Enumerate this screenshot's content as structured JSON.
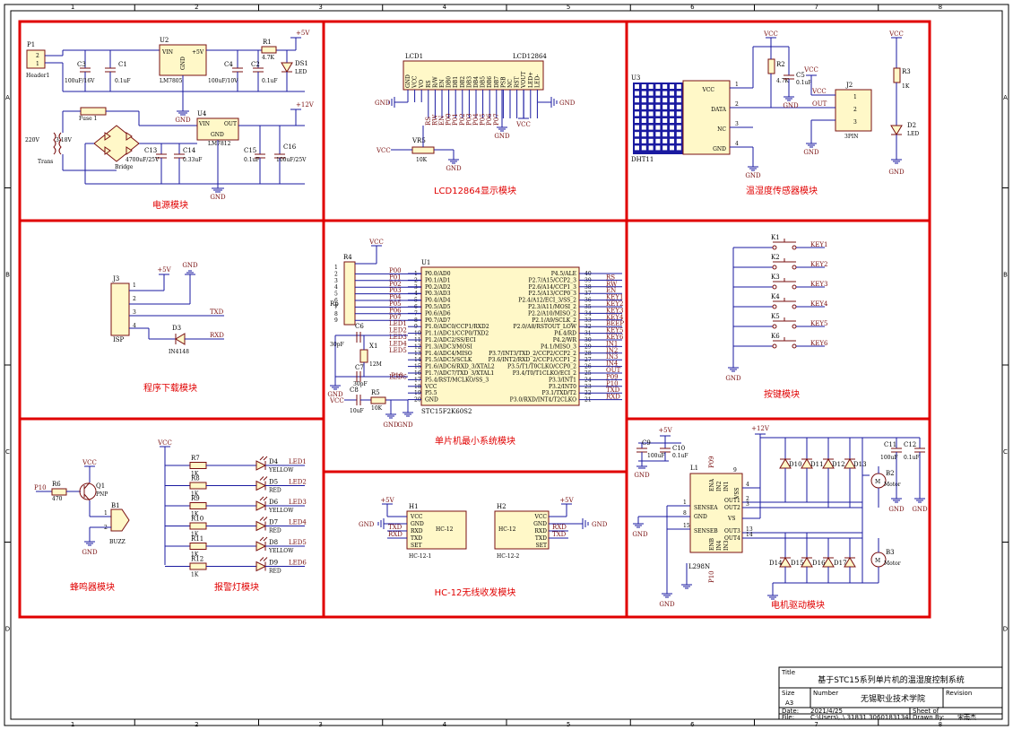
{
  "title_block": {
    "title_label": "Title",
    "title": "基于STC15系列单片机的温湿度控制系统",
    "size_label": "Size",
    "size": "A3",
    "number_label": "Number",
    "number": "无锡职业技术学院",
    "revision_label": "Revision",
    "date_label": "Date:",
    "date": "2021/4/25",
    "file_label": "File:",
    "file": "C:\\Users\\..\\ 31831 3060183134",
    "sheet_label": "Sheet    of",
    "drawn_label": "Drawn By:",
    "drawn": "宋雨杰"
  },
  "border": {
    "columns": [
      "1",
      "2",
      "3",
      "4",
      "5",
      "6",
      "7",
      "8"
    ],
    "rows": [
      "A",
      "B",
      "C",
      "D"
    ]
  },
  "modules": {
    "power": "电源模块",
    "lcd": "LCD12864显示模块",
    "sensor": "温湿度传感器模块",
    "download": "程序下载模块",
    "mcu": "单片机最小系统模块",
    "keys": "按键模块",
    "buzzer": "蜂鸣器模块",
    "alarm": "报警灯模块",
    "hc12": "HC-12无线收发模块",
    "motor": "电机驱动模块"
  },
  "power": {
    "p1": "P1",
    "p1_name": "Header1",
    "u2": "U2",
    "u2_part": "LM7805",
    "u2_vin": "VIN",
    "u2_out": "+5V",
    "u2_gnd": "GND",
    "c3": "C3",
    "c3_v": "100uF/16V",
    "c1": "C1",
    "c1_v": "0.1uF",
    "c4": "C4",
    "c4_v": "100uF/10V",
    "c2": "C2",
    "c2_v": "0.1uF",
    "r1": "R1",
    "r1_v": "4.7K",
    "ds1": "DS1",
    "ds1_v": "LED",
    "p5v": "+5V",
    "fuse": "Fuse 1",
    "trans": "Trans",
    "v220": "220V",
    "v318": "3-18V",
    "bridge": "Bridge",
    "c13": "C13",
    "c13_v": "4700uF/25V",
    "c14": "C14",
    "c14_v": "0.33uF",
    "u4": "U4",
    "u4_part": "LM7812",
    "u4_vin": "VIN",
    "u4_out": "OUT",
    "u4_gnd": "GND",
    "c15": "C15",
    "c15_v": "0.1uF",
    "c16": "C16",
    "c16_v": "100uF/25V",
    "p12v": "+12V",
    "gnd": "GND"
  },
  "lcd": {
    "lcd1": "LCD1",
    "part": "LCD12864",
    "pins": [
      "GND",
      "VCC",
      "VO",
      "RS",
      "R/W",
      "EN",
      "DB0",
      "DB1",
      "DB2",
      "DB3",
      "DB4",
      "DB5",
      "DB6",
      "DB7",
      "PSB",
      "NC",
      "RST",
      "VOUT",
      "LED+",
      "LED-"
    ],
    "nets": [
      "RS",
      "RW",
      "EN",
      "P00",
      "P01",
      "P02",
      "P03",
      "P04",
      "P05",
      "P06",
      "P07"
    ],
    "vr5": "VR5",
    "vr5_v": "10K",
    "vcc": "VCC",
    "gnd": "GND"
  },
  "sensor": {
    "u3": "U3",
    "part": "DHT11",
    "vcc": "VCC",
    "data": "DATA",
    "nc": "NC",
    "gnd": "GND",
    "r2": "R2",
    "r2_v": "4.7K",
    "c5": "C5",
    "c5_v": "0.1uF",
    "j2": "J2",
    "j2_part": "3PIN",
    "out": "OUT",
    "r3": "R3",
    "r3_v": "1K",
    "d2": "D2",
    "d2_v": "LED",
    "p1": "1",
    "p2": "2",
    "p3": "3",
    "p4": "4"
  },
  "download": {
    "j3": "J3",
    "j3_part": "ISP",
    "p5v": "+5V",
    "gnd": "GND",
    "txd": "TXD",
    "rxd": "RXD",
    "d3": "D3",
    "d3_v": "IN4148",
    "pins": [
      "1",
      "2",
      "3",
      "4"
    ]
  },
  "mcu": {
    "r4": "R4",
    "rp": "Rp",
    "vcc": "VCC",
    "u1": "U1",
    "part": "STC15F2K60S2",
    "left_pins": [
      "P0.0/AD0",
      "P0.1/AD1",
      "P0.2/AD2",
      "P0.3/AD3",
      "P0.4/AD4",
      "P0.5/AD5",
      "P0.6/AD6",
      "P0.7/AD7",
      "P1.0/ADC0/CCP1/RXD2",
      "P1.1/ADC1/CCP0/TXD2",
      "P1.2/ADC2/SS/ECI",
      "P1.3/ADC3/MOSI",
      "P1.4/ADC4/MISO",
      "P1.5/ADC5/SCLK",
      "P1.6/ADC6/RXD_3/XTAL2",
      "P1.7/ADC7/TXD_3/XTAL1",
      "P5.4/RST/MCLKO/SS_3",
      "VCC",
      "P5.5",
      "GND"
    ],
    "left_nums": [
      "1",
      "2",
      "3",
      "4",
      "5",
      "6",
      "7",
      "8",
      "9",
      "10",
      "11",
      "12",
      "13",
      "14",
      "15",
      "16",
      "17",
      "18",
      "19",
      "20"
    ],
    "right_pins": [
      "P4.5/ALE",
      "P2.7/A15/CCP2_3",
      "P2.6/A14/CCP1_3",
      "P2.5/A13/CCP0_3",
      "P2.4/A12/ECI_3/SS_2",
      "P2.3/A11/MOSI_2",
      "P2.2/A10/MISO_2",
      "P2.1/A9/SCLK_2",
      "P2.0/A8/RSTOUT_LOW",
      "P4.4/RD",
      "P4.2/WR",
      "P4.1/MISO_3",
      "P3.7/INT3/TXD_2/CCP2/CCP2_2",
      "P3.6/INT2/RXD_2/CCP1/CCP1_2",
      "P3.5/T1/T0CLKO/CCP0_2",
      "P3.4/T0/T1CLKO/ECI_2",
      "P3.3/INT1",
      "P3.2/INT0",
      "P3.1/TXD/T2",
      "P3.0/RXD/INT4/T2CLKO"
    ],
    "right_nums": [
      "40",
      "39",
      "38",
      "37",
      "36",
      "35",
      "34",
      "33",
      "32",
      "31",
      "30",
      "29",
      "28",
      "27",
      "26",
      "25",
      "24",
      "23",
      "22",
      "21"
    ],
    "right_nets": [
      "",
      "RS",
      "RW",
      "EN",
      "KEY1",
      "KEY2",
      "KEY3",
      "KEY4",
      "BEEP",
      "KEY5",
      "KEY6",
      "IN1",
      "IN2",
      "IN3",
      "IN4",
      "OUT",
      "P09",
      "P10",
      "TXD",
      "RXD"
    ],
    "left_nets": [
      "P00",
      "P01",
      "P02",
      "P03",
      "P04",
      "P05",
      "P06",
      "P07",
      "LED1",
      "LED2",
      "LED3",
      "LED4",
      "LED5",
      "",
      "",
      "",
      "LED6",
      "",
      "",
      ""
    ],
    "c6": "C6",
    "c6_v": "30pF",
    "c7": "C7",
    "c7_v": "30pF",
    "x1": "X1",
    "x1_v": "12M",
    "c8": "C8",
    "c8_v": "10uF",
    "r5": "R5",
    "r5_v": "10K",
    "gnd": "GND",
    "p10": "P10",
    "rnums": [
      "1",
      "2",
      "3",
      "4",
      "5",
      "6",
      "7",
      "8",
      "9"
    ]
  },
  "keys": {
    "items": [
      {
        "ref": "K1",
        "net": "KEY1"
      },
      {
        "ref": "K2",
        "net": "KEY2"
      },
      {
        "ref": "K3",
        "net": "KEY3"
      },
      {
        "ref": "K4",
        "net": "KEY4"
      },
      {
        "ref": "K5",
        "net": "KEY5"
      },
      {
        "ref": "K6",
        "net": "KEY6"
      }
    ],
    "gnd": "GND"
  },
  "buzzer": {
    "vcc": "VCC",
    "p10": "P10",
    "r6": "R6",
    "r6_v": "470",
    "q1": "Q1",
    "q1_v": "PNP",
    "b1": "B1",
    "b1_v": "BUZZ",
    "gnd": "GND",
    "p1": "1",
    "p2": "2"
  },
  "alarm": {
    "vcc": "VCC",
    "items": [
      {
        "r": "R7",
        "rv": "1K",
        "d": "D4",
        "color": "YELLOW",
        "net": "LED1"
      },
      {
        "r": "R8",
        "rv": "1K",
        "d": "D5",
        "color": "RED",
        "net": "LED2"
      },
      {
        "r": "R9",
        "rv": "1K",
        "d": "D6",
        "color": "YELLOW",
        "net": "LED3"
      },
      {
        "r": "R10",
        "rv": "1K",
        "d": "D7",
        "color": "RED",
        "net": "LED4"
      },
      {
        "r": "R11",
        "rv": "1K",
        "d": "D8",
        "color": "YELLOW",
        "net": "LED5"
      },
      {
        "r": "R12",
        "rv": "1K",
        "d": "D9",
        "color": "RED",
        "net": "LED6"
      }
    ]
  },
  "hc12": {
    "h1": "H1",
    "h1_sub": "HC-12-1",
    "h2": "H2",
    "h2_sub": "HC-12-2",
    "part": "HC-12",
    "pins": [
      "VCC",
      "GND",
      "RXD",
      "TXD",
      "SET"
    ],
    "p5v": "+5V",
    "gnd": "GND",
    "txd": "TXD",
    "rxd": "RXD"
  },
  "motor": {
    "p5v": "+5V",
    "p12v": "+12V",
    "c9": "C9",
    "c9_v": "100uF",
    "c10": "C10",
    "c10_v": "0.1uF",
    "c11": "C11",
    "c11_v": "100uF",
    "c12": "C12",
    "c12_v": "0.1uF",
    "l1": "L1",
    "part": "L298N",
    "ena": "ENA",
    "enb": "ENB",
    "in1": "IN1",
    "in2": "IN2",
    "in3": "IN3",
    "in4": "IN4",
    "sensea": "SENSEA",
    "senseb": "SENSEB",
    "gnd_pin": "GND",
    "vs": "VS",
    "vss": "VSS",
    "out1": "OUT1",
    "out2": "OUT2",
    "out3": "OUT3",
    "out4": "OUT4",
    "p09": "P09",
    "p10n": "P10",
    "b2": "B2",
    "b2_v": "Motor",
    "b3": "B3",
    "b3_v": "Motor",
    "gnd": "GND",
    "diodes_top": [
      "D10",
      "D11",
      "D12",
      "D13"
    ],
    "diodes_bot": [
      "D14",
      "D15",
      "D16",
      "D17"
    ],
    "pnums": [
      "1",
      "8",
      "15",
      "4",
      "9",
      "2",
      "3",
      "13",
      "14"
    ]
  }
}
